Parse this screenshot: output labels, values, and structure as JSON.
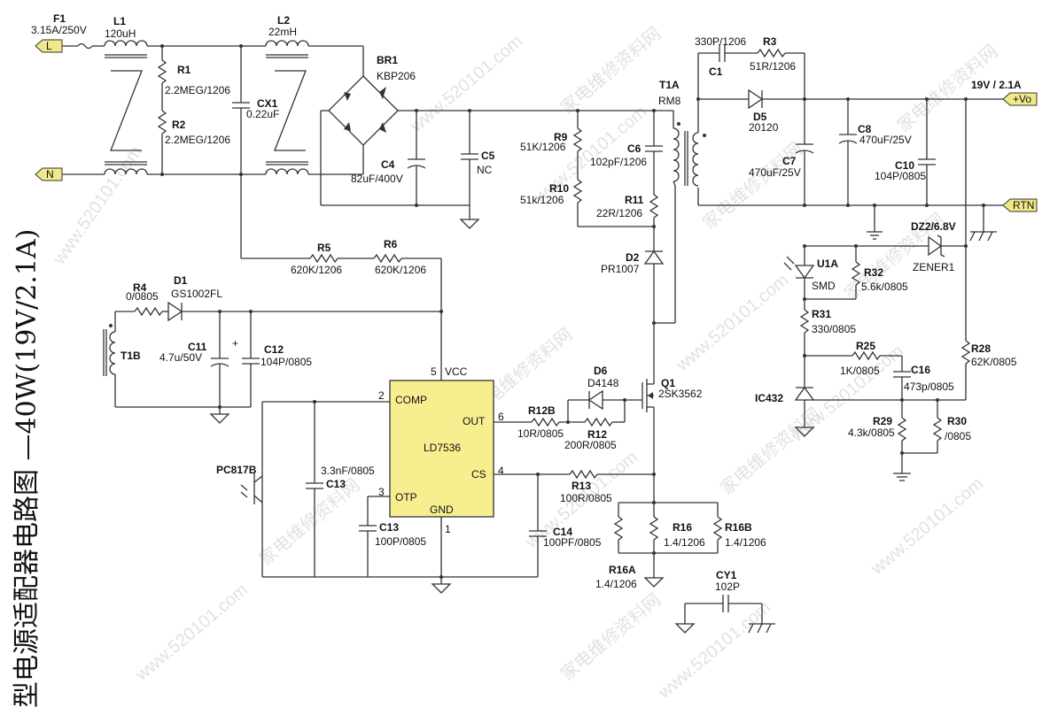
{
  "side_title": "型电源适配器电路图 —40W(19V/2.1A)",
  "watermarks": [
    "www.520101.com",
    "家电维修资料网"
  ],
  "connectors": {
    "L": "L",
    "N": "N",
    "vo": "+Vo",
    "rtn": "RTN"
  },
  "output_label": "19V / 2.1A",
  "ic": {
    "name": "LD7536",
    "pins": {
      "comp_num": "2",
      "comp": "COMP",
      "otp_num": "3",
      "otp": "OTP",
      "vcc_num": "5",
      "vcc": "VCC",
      "out_num": "6",
      "out": "OUT",
      "cs_num": "4",
      "cs": "CS",
      "gnd_num": "1",
      "gnd": "GND"
    }
  },
  "parts": {
    "F1": {
      "ref": "F1",
      "value": "3.15A/250V"
    },
    "L1": {
      "ref": "L1",
      "value": "120uH"
    },
    "L2": {
      "ref": "L2",
      "value": "22mH"
    },
    "R1": {
      "ref": "R1",
      "value": "2.2MEG/1206"
    },
    "R2": {
      "ref": "R2",
      "value": "2.2MEG/1206"
    },
    "CX1": {
      "ref": "CX1",
      "value": "0.22uF"
    },
    "BR1": {
      "ref": "BR1",
      "value": "KBP206"
    },
    "C4": {
      "ref": "C4",
      "value": "82uF/400V"
    },
    "C5": {
      "ref": "C5",
      "value": "NC"
    },
    "R5": {
      "ref": "R5",
      "value": "620K/1206"
    },
    "R6": {
      "ref": "R6",
      "value": "620K/1206"
    },
    "R4": {
      "ref": "R4",
      "value": "0/0805"
    },
    "D1": {
      "ref": "D1",
      "value": "GS1002FL"
    },
    "T1B": {
      "ref": "T1B",
      "value": ""
    },
    "C11": {
      "ref": "C11",
      "value": "4.7u/50V"
    },
    "C12": {
      "ref": "C12",
      "value": "104P/0805"
    },
    "R9": {
      "ref": "R9",
      "value": "51K/1206"
    },
    "R10": {
      "ref": "R10",
      "value": "51k/1206"
    },
    "C6": {
      "ref": "C6",
      "value": "102pF/1206"
    },
    "R11": {
      "ref": "R11",
      "value": "22R/1206"
    },
    "D2": {
      "ref": "D2",
      "value": "PR1007"
    },
    "T1A": {
      "ref": "T1A",
      "value": "RM8"
    },
    "C1": {
      "ref": "C1",
      "value": "330P/1206"
    },
    "R3": {
      "ref": "R3",
      "value": "51R/1206"
    },
    "D5": {
      "ref": "D5",
      "value": "20120"
    },
    "C7": {
      "ref": "C7",
      "value": "470uF/25V"
    },
    "C8": {
      "ref": "C8",
      "value": "470uF/25V"
    },
    "C10": {
      "ref": "C10",
      "value": "104P/0805"
    },
    "DZ2": {
      "ref": "DZ2/6.8V",
      "value": "ZENER1"
    },
    "U1A": {
      "ref": "U1A",
      "value": "SMD"
    },
    "R32": {
      "ref": "R32",
      "value": "5.6k/0805"
    },
    "R31": {
      "ref": "R31",
      "value": "330/0805"
    },
    "R25": {
      "ref": "R25",
      "value": "1K/0805"
    },
    "C16": {
      "ref": "C16",
      "value": "473p/0805"
    },
    "R28": {
      "ref": "R28",
      "value": "62K/0805"
    },
    "IC432": {
      "ref": "IC432",
      "value": ""
    },
    "R29": {
      "ref": "R29",
      "value": "4.3k/0805"
    },
    "R30": {
      "ref": "R30",
      "value": "/0805"
    },
    "D6": {
      "ref": "D6",
      "value": "D4148"
    },
    "R12B": {
      "ref": "R12B",
      "value": "10R/0805"
    },
    "R12": {
      "ref": "R12",
      "value": "200R/0805"
    },
    "Q1": {
      "ref": "Q1",
      "value": "2SK3562"
    },
    "R13": {
      "ref": "R13",
      "value": "100R/0805"
    },
    "R16": {
      "ref": "R16",
      "value": "1.4/1206"
    },
    "R16A": {
      "ref": "R16A",
      "value": "1.4/1206"
    },
    "R16B": {
      "ref": "R16B",
      "value": "1.4/1206"
    },
    "C14": {
      "ref": "C14",
      "value": "100PF/0805"
    },
    "C13": {
      "ref": "C13",
      "value": "100P/0805"
    },
    "C13b": {
      "ref": "C13",
      "value": "3.3nF/0805"
    },
    "PC817B": {
      "ref": "PC817B",
      "value": ""
    },
    "CY1": {
      "ref": "CY1",
      "value": "102P"
    }
  }
}
